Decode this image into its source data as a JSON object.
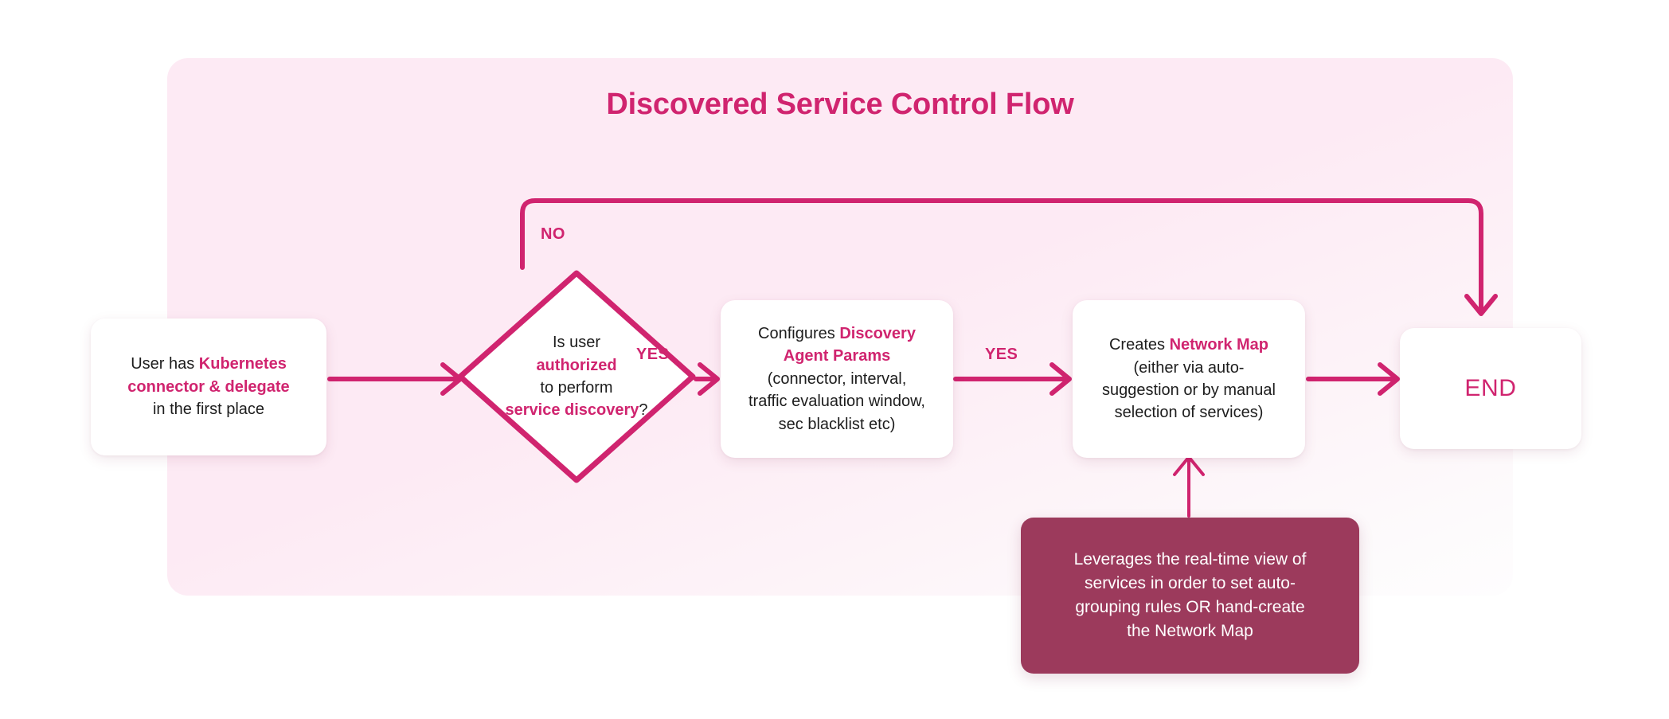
{
  "diagram": {
    "title": "Discovered Service Control Flow",
    "type": "flowchart",
    "colors": {
      "accent": "#d0246f",
      "panel_background": "#fdeaf4",
      "note_background": "#9c3a5c",
      "node_background": "#ffffff",
      "body_text": "#1d1d1d",
      "note_text": "#ffffff"
    }
  },
  "nodes": {
    "start": {
      "shape": "rounded-rectangle",
      "line1_plain": "User has ",
      "line1_highlight": "Kubernetes",
      "line2_highlight": "connector & delegate",
      "line3_plain": "in the first place"
    },
    "decision": {
      "shape": "diamond",
      "line1": "Is user",
      "line2_highlight": "authorized",
      "line3": "to perform",
      "line4_highlight": "service discovery",
      "line4_suffix": "?"
    },
    "config": {
      "shape": "rounded-rectangle",
      "line1_plain": "Configures ",
      "line1_highlight": "Discovery",
      "line2_highlight": "Agent Params",
      "line3": "(connector, interval,",
      "line4": "traffic evaluation window,",
      "line5": "sec blacklist etc)"
    },
    "network_map": {
      "shape": "rounded-rectangle",
      "line1_plain": "Creates ",
      "line1_highlight": "Network Map",
      "line2": "(either via auto-",
      "line3": "suggestion or by manual",
      "line4": "selection of services)"
    },
    "note": {
      "shape": "rounded-rectangle-filled",
      "line1": "Leverages the real-time view of",
      "line2": "services in order to set auto-",
      "line3": "grouping rules OR hand-create",
      "line4": "the Network Map"
    },
    "end": {
      "shape": "rounded-rectangle",
      "label": "END"
    }
  },
  "edges": {
    "start_to_decision": {
      "label": ""
    },
    "decision_no": {
      "label": "NO",
      "target": "END"
    },
    "decision_yes": {
      "label": "YES",
      "target": "Configures Discovery Agent Params"
    },
    "config_to_netmap": {
      "label": "YES",
      "target": "Creates Network Map"
    },
    "netmap_to_end": {
      "label": ""
    },
    "note_to_netmap": {
      "label": ""
    }
  }
}
